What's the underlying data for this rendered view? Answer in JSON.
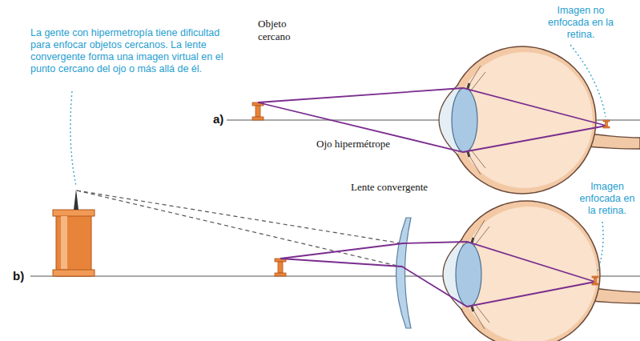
{
  "diagram": {
    "labels": [
      "Objeto cercano",
      "Imagen no enfocada en la retina.",
      "La gente con hipermetropía tiene dificultad para enfocar objetos cercanos. La lente convergente forma una imagen virtual en el punto cercano del ojo o más allá de él.",
      "a)",
      "Ojo hipermétrope",
      "Lente convergente",
      "Imagen enfocada en la retina.",
      "b)"
    ]
  }
}
